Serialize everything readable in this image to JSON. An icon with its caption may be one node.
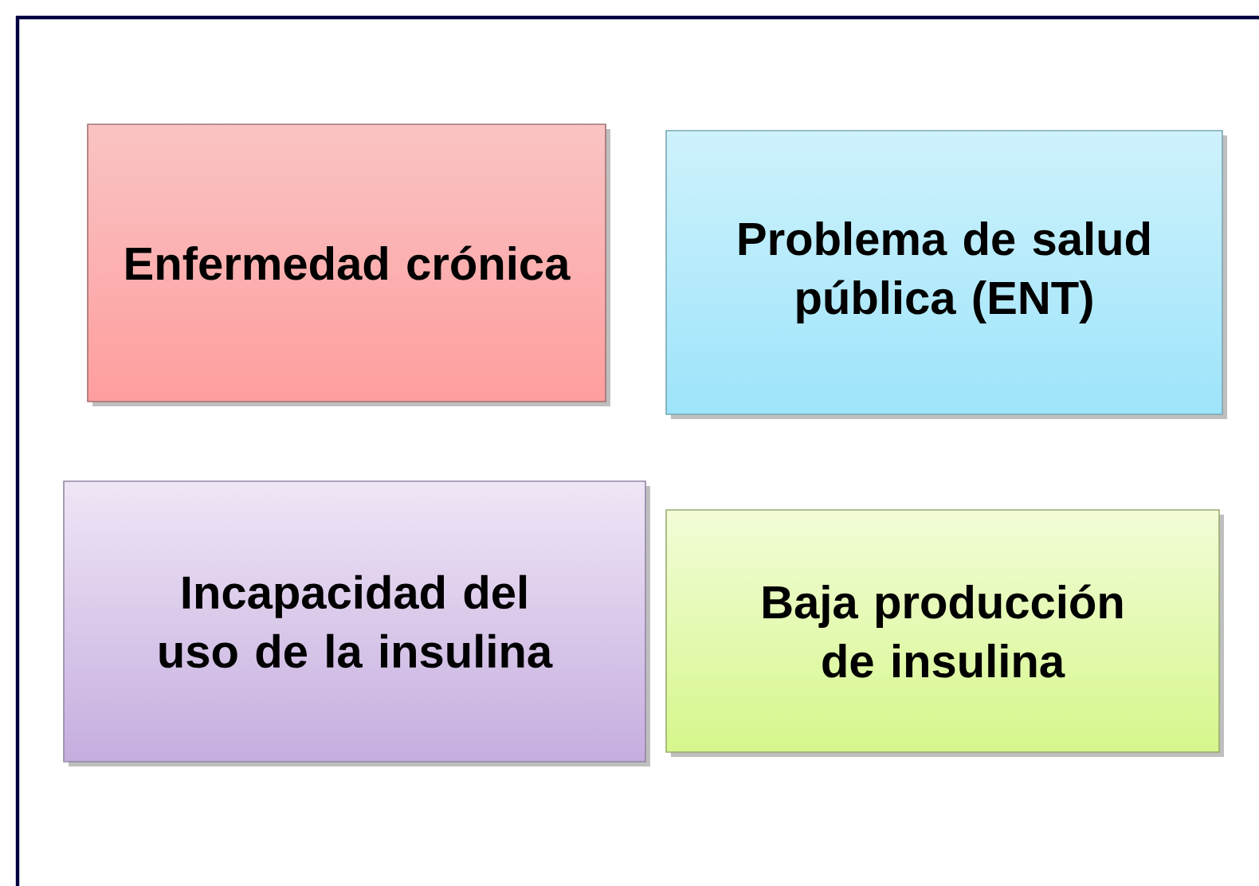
{
  "diagram": {
    "nodes": [
      {
        "text": [
          "Enfermedad crónica"
        ]
      },
      {
        "text": [
          "Problema de salud pública (ENT)"
        ]
      },
      {
        "text": [
          "Incapacidad del uso de la insulina"
        ]
      },
      {
        "text": [
          "Baja producción de insulina"
        ]
      }
    ]
  }
}
